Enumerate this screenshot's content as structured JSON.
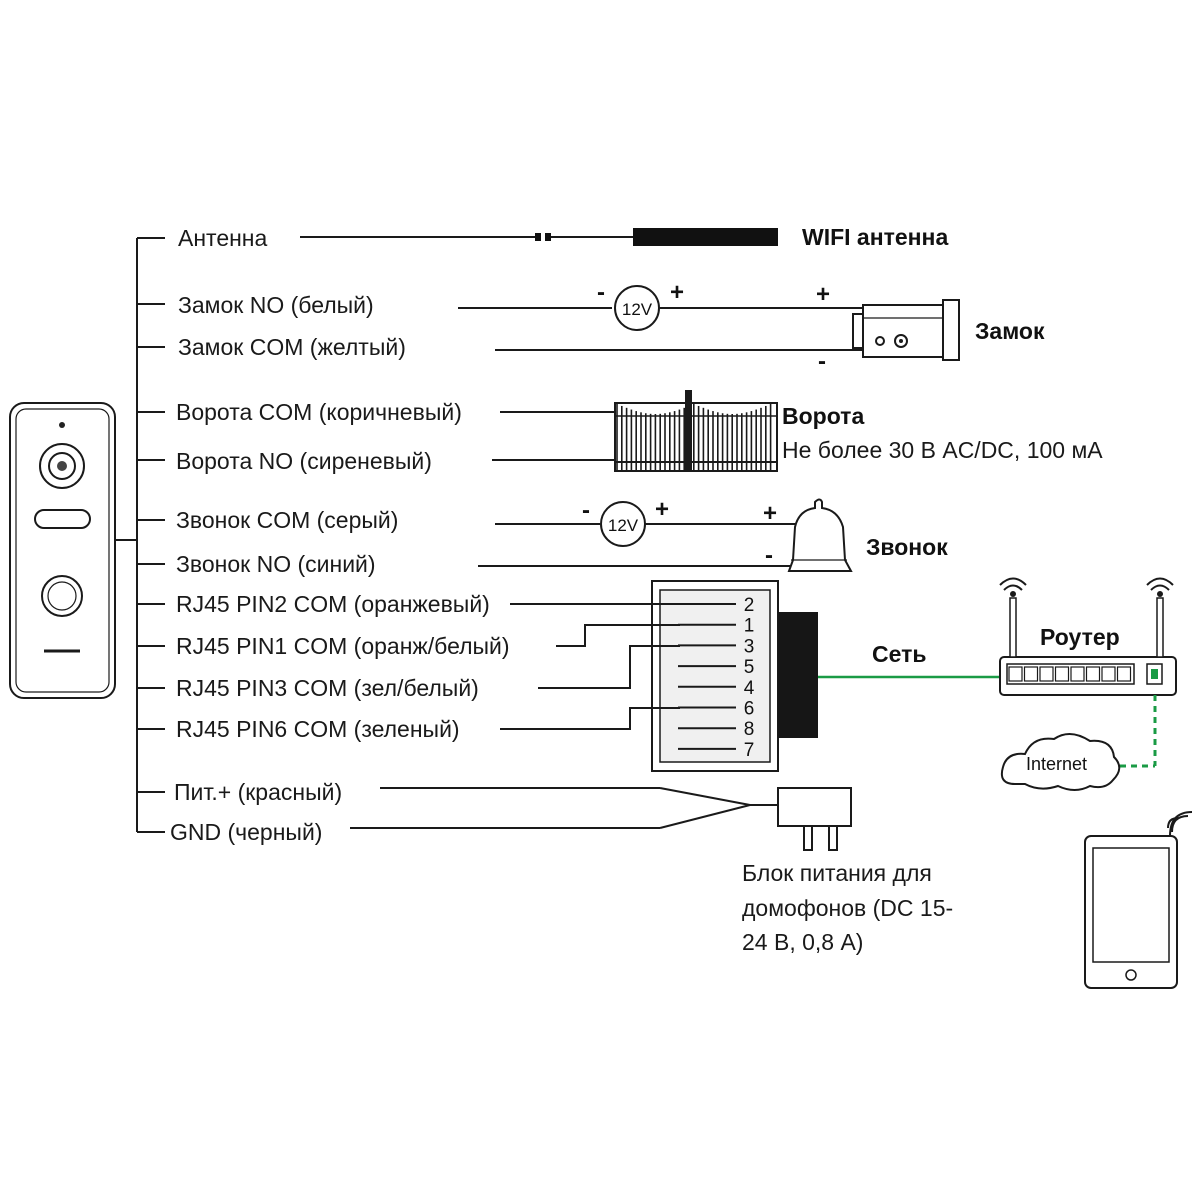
{
  "wires": {
    "antenna": "Антенна",
    "lock_no": "Замок NO (белый)",
    "lock_com": "Замок COM (желтый)",
    "gate_com": "Ворота COM (коричневый)",
    "gate_no": "Ворота NO (сиреневый)",
    "bell_com": "Звонок COM (серый)",
    "bell_no": "Звонок NO (синий)",
    "rj_pin2": "RJ45 PIN2 COM (оранжевый)",
    "rj_pin1": "RJ45 PIN1 COM (оранж/белый)",
    "rj_pin3": "RJ45 PIN3 COM (зел/белый)",
    "rj_pin6": "RJ45 PIN6 COM (зеленый)",
    "power_plus": "Пит.+ (красный)",
    "gnd": "GND (черный)"
  },
  "devices": {
    "wifi_antenna": "WIFI антенна",
    "lock": "Замок",
    "gate": "Ворота",
    "gate_note": "Не более 30 В AC/DC, 100 мА",
    "bell": "Звонок",
    "router": "Роутер",
    "network": "Сеть",
    "internet": "Internet",
    "power_line1": "Блок питания для",
    "power_line2": "домофонов (DC 15-",
    "power_line3": "24 В, 0,8 А)",
    "supply_12v": "12V"
  },
  "signs": {
    "minus": "-",
    "plus": "+"
  },
  "rj45_pins": [
    "2",
    "1",
    "3",
    "5",
    "4",
    "6",
    "8",
    "7"
  ],
  "colors": {
    "network_green": "#1a9b45",
    "wire": "#1a1a1a"
  }
}
